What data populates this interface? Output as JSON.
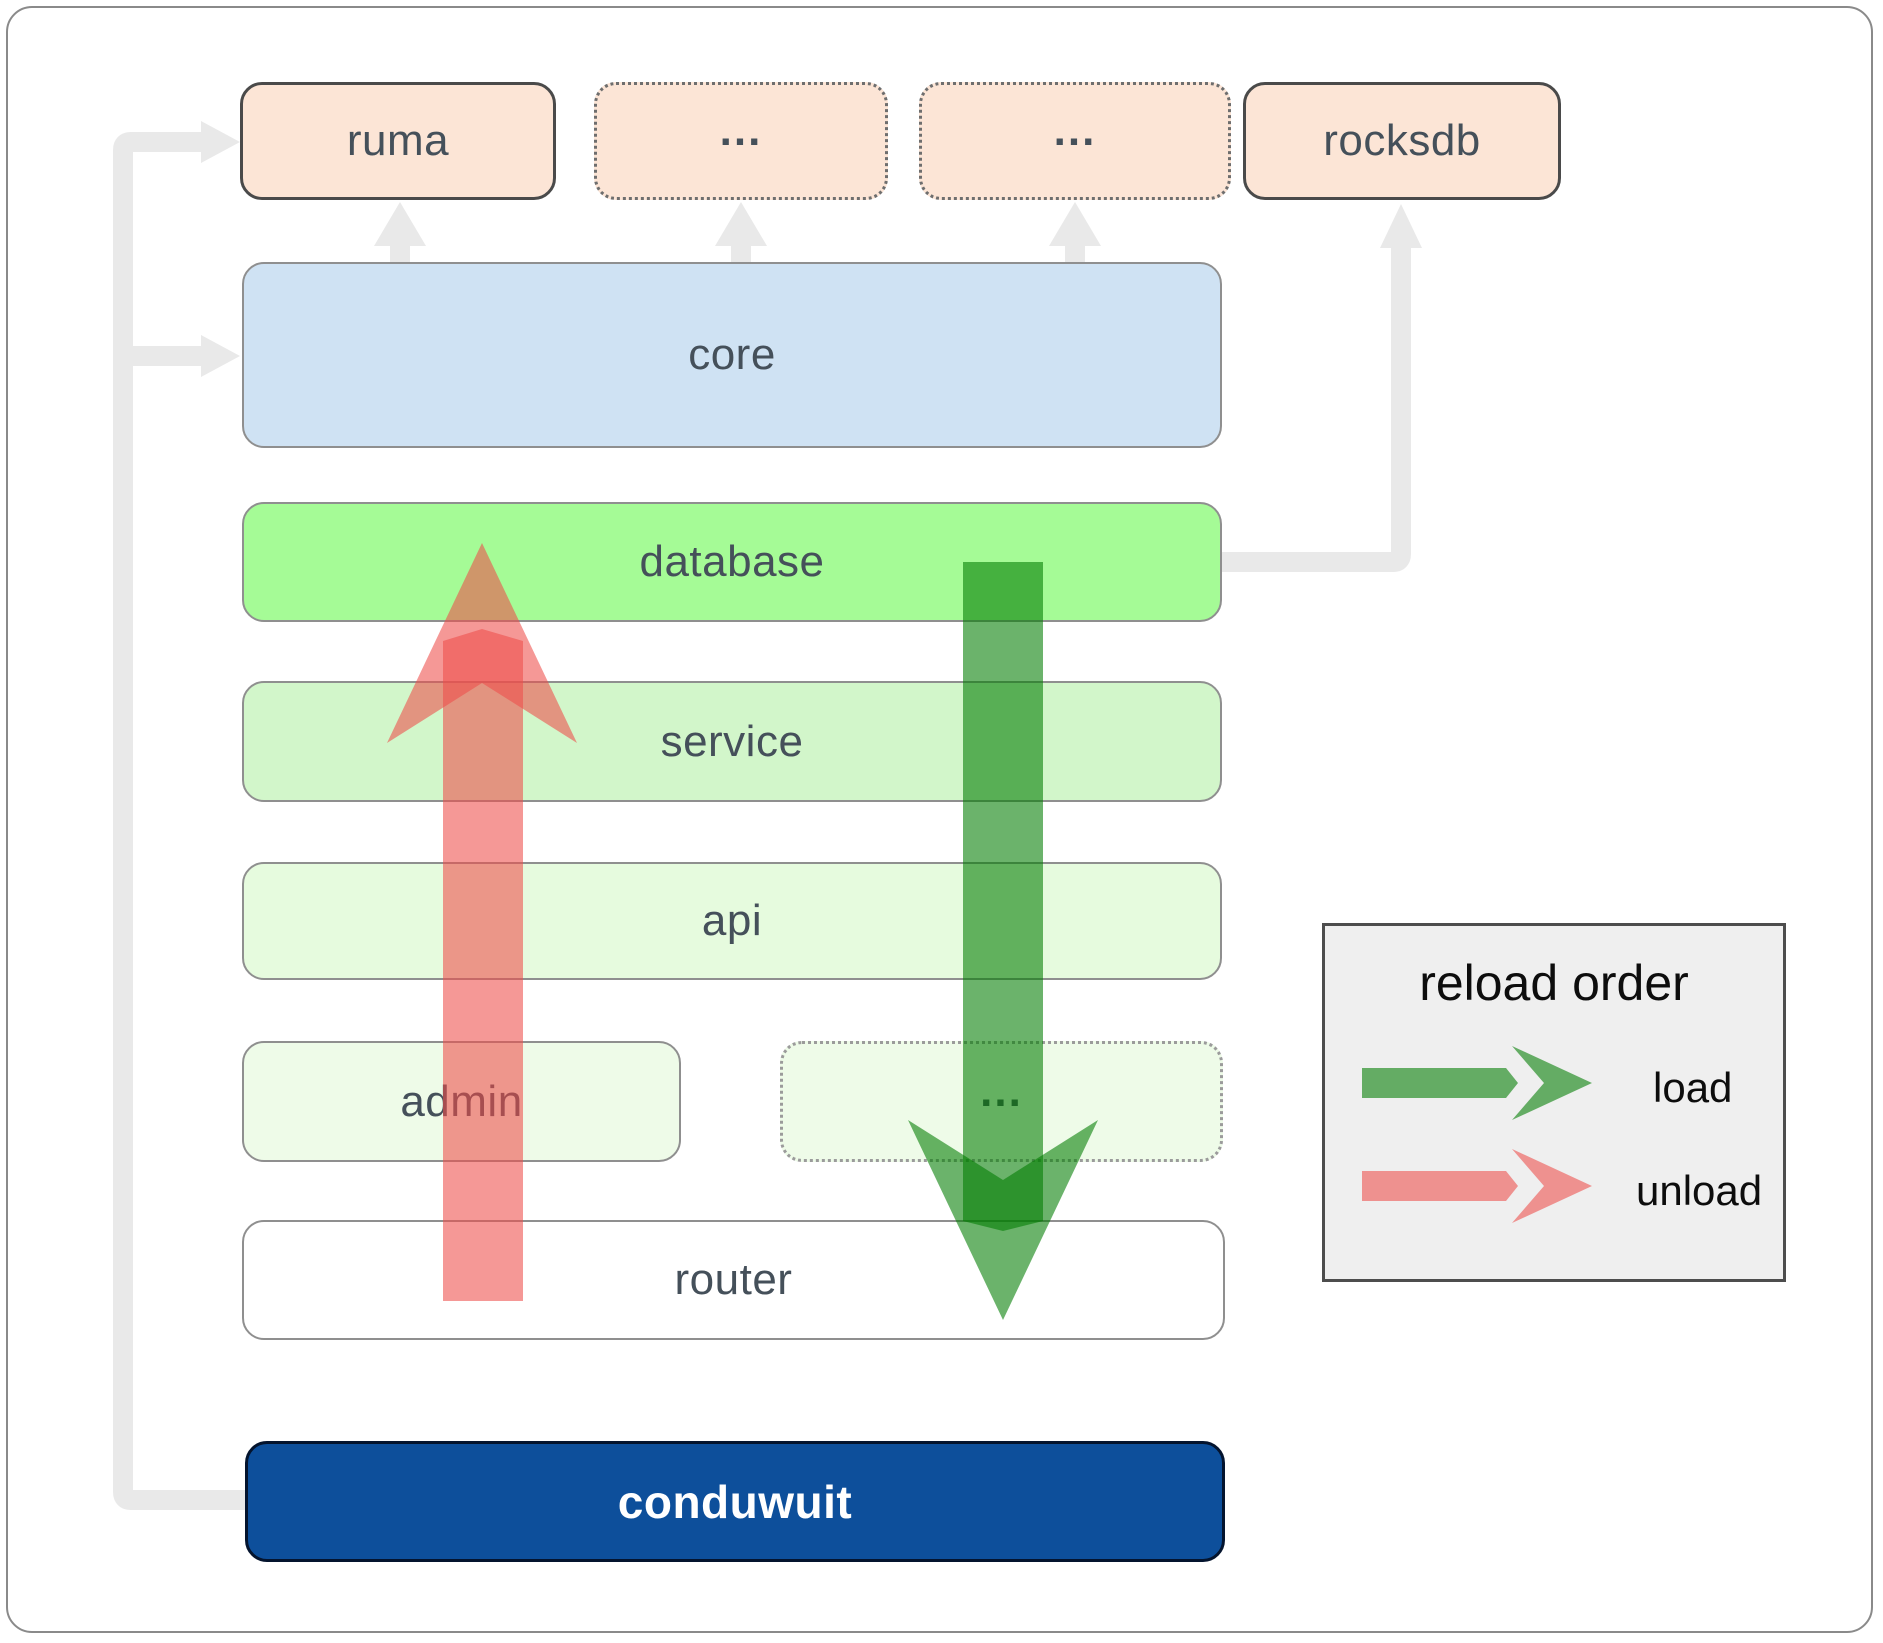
{
  "diagram": {
    "top_row": {
      "ruma": {
        "label": "ruma",
        "fill": "#fce5d6"
      },
      "ellipsis_1": {
        "label": "...",
        "fill": "#fce5d6"
      },
      "ellipsis_2": {
        "label": "...",
        "fill": "#fce5d6"
      },
      "rocksdb": {
        "label": "rocksdb",
        "fill": "#fce5d6"
      }
    },
    "layers": {
      "core": {
        "label": "core",
        "fill": "#cfe2f3"
      },
      "database": {
        "label": "database",
        "fill": "#a5fb96"
      },
      "service": {
        "label": "service",
        "fill": "#d2f6ca"
      },
      "api": {
        "label": "api",
        "fill": "#e6fbde"
      },
      "admin": {
        "label": "admin",
        "fill": "#eefbe8"
      },
      "admin_ellipsis": {
        "label": "...",
        "fill": "#eefbe8"
      },
      "router": {
        "label": "router",
        "fill": "#ffffff"
      },
      "conduwuit": {
        "label": "conduwuit",
        "fill": "#0d4f9b",
        "text_color": "#ffffff"
      }
    },
    "arrows": {
      "load": {
        "color": "#007c00"
      },
      "unload": {
        "color": "#ee4e4a"
      },
      "dependency_connector_color": "#e9e9e9"
    }
  },
  "legend": {
    "title": "reload order",
    "background": "#efefef",
    "items": [
      {
        "label": "load",
        "color": "#007c00"
      },
      {
        "label": "unload",
        "color": "#ee4e4a"
      }
    ]
  }
}
